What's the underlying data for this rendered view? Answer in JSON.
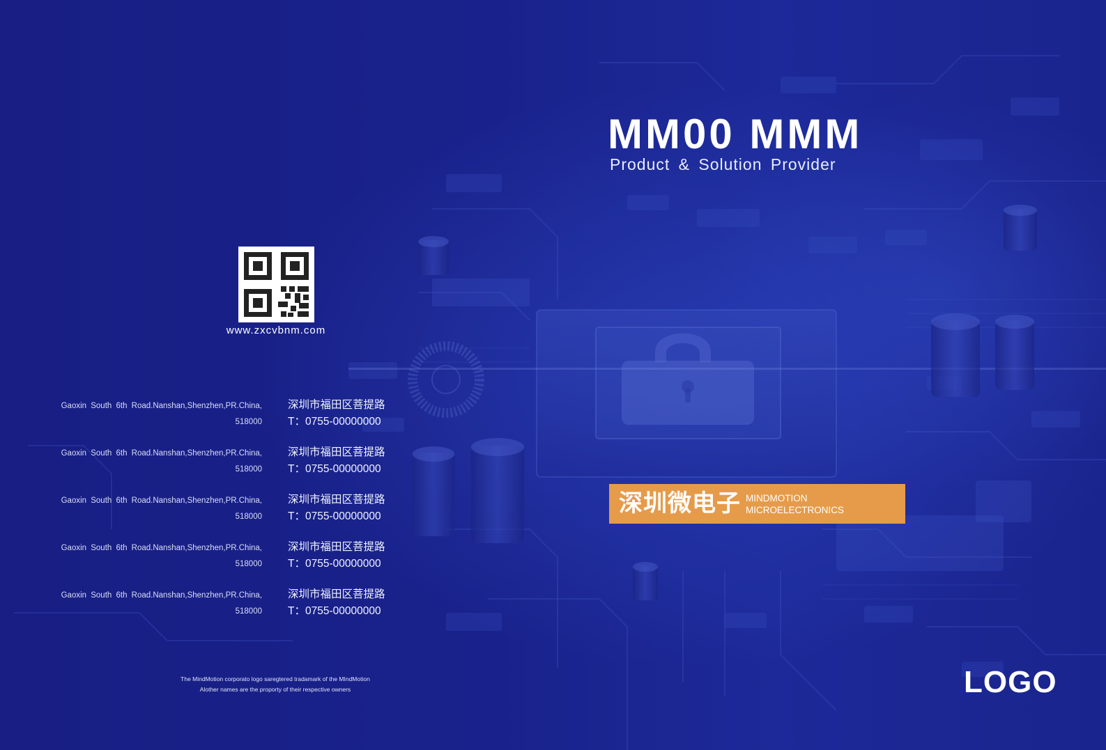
{
  "brand": {
    "title": "MM00 MMM",
    "subtitle": "Product & Solution Provider"
  },
  "qr": {
    "website": "www.zxcvbnm.com"
  },
  "addresses": [
    {
      "en_line1": "Gaoxin South 6th Road.Nanshan,Shenzhen,PR.China,",
      "en_line2": "518000",
      "cn_line1": "深圳市福田区菩提路",
      "cn_line2": "T：0755-00000000"
    },
    {
      "en_line1": "Gaoxin South 6th Road.Nanshan,Shenzhen,PR.China,",
      "en_line2": "518000",
      "cn_line1": "深圳市福田区菩提路",
      "cn_line2": "T：0755-00000000"
    },
    {
      "en_line1": "Gaoxin South 6th Road.Nanshan,Shenzhen,PR.China,",
      "en_line2": "518000",
      "cn_line1": "深圳市福田区菩提路",
      "cn_line2": "T：0755-00000000"
    },
    {
      "en_line1": "Gaoxin South 6th Road.Nanshan,Shenzhen,PR.China,",
      "en_line2": "518000",
      "cn_line1": "深圳市福田区菩提路",
      "cn_line2": "T：0755-00000000"
    },
    {
      "en_line1": "Gaoxin South 6th Road.Nanshan,Shenzhen,PR.China,",
      "en_line2": "518000",
      "cn_line1": "深圳市福田区菩提路",
      "cn_line2": "T：0755-00000000"
    }
  ],
  "band": {
    "cn_name": "深圳微电子",
    "en_line1": "MINDMOTION",
    "en_line2": "MICROELECTRONICS"
  },
  "footer": {
    "trademark_line1": "The MindMotion corporato logo saregtered tradamark of the MIndMotion",
    "trademark_line2": "Alother names are the proporty of their respective owners"
  },
  "logo": {
    "text": "LOGO"
  },
  "colors": {
    "background": "#1b2288",
    "accent_orange": "#e59b49",
    "text": "#ffffff"
  },
  "icons": {
    "qr_code": "qr-code-icon",
    "padlock": "padlock-icon"
  }
}
